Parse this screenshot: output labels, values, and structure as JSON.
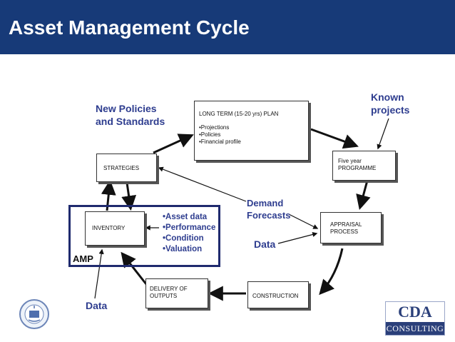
{
  "header": {
    "title": "Asset Management Cycle"
  },
  "colors": {
    "header_bg": "#173a78",
    "label_blue": "#2e3d8f",
    "amp_border": "#1f2a6e"
  },
  "boxes": {
    "long_term_plan": {
      "title": "LONG TERM (15-20 yrs) PLAN",
      "items": [
        "•Projections",
        "•Policies",
        "•Financial profile"
      ]
    },
    "five_year": {
      "line1": "Five year",
      "line2": "PROGRAMME"
    },
    "strategies": {
      "title": "STRATEGIES"
    },
    "inventory": {
      "title": "INVENTORY"
    },
    "appraisal": {
      "line1": "APPRAISAL",
      "line2": "PROCESS"
    },
    "delivery": {
      "line1": "DELIVERY OF",
      "line2": "OUTPUTS"
    },
    "construction": {
      "title": "CONSTRUCTION"
    }
  },
  "labels": {
    "new_policies": [
      "New Policies",
      "and Standards"
    ],
    "known_projects": [
      "Known",
      "projects"
    ],
    "demand_forecasts": [
      "Demand",
      "Forecasts"
    ],
    "data_center": "Data",
    "data_bottom": "Data",
    "amp": "AMP",
    "asset_items": [
      "•Asset data",
      "•Performance",
      "•Condition",
      "•Valuation"
    ]
  },
  "logos": {
    "left_icon": "water-company-seal-icon",
    "right_top": "CDA",
    "right_bottom": "CONSULTING"
  }
}
